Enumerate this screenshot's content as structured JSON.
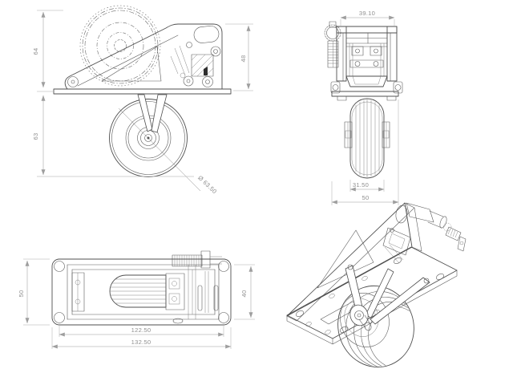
{
  "colors": {
    "background": "#ffffff",
    "line": "#4f4f4f",
    "dimension": "#9e9e9e"
  },
  "views": {
    "side": {
      "dims": {
        "height_upper": "64",
        "height_lower": "63",
        "body_height": "48",
        "wheel_diameter": "Ø 63.50"
      }
    },
    "front": {
      "dims": {
        "top_width": "39.10",
        "wheel_width": "31.50",
        "plate_width": "50"
      }
    },
    "top": {
      "dims": {
        "plate_depth": "50",
        "frame_depth": "40",
        "hole_spacing": "122.50",
        "plate_length": "132.50"
      }
    }
  }
}
